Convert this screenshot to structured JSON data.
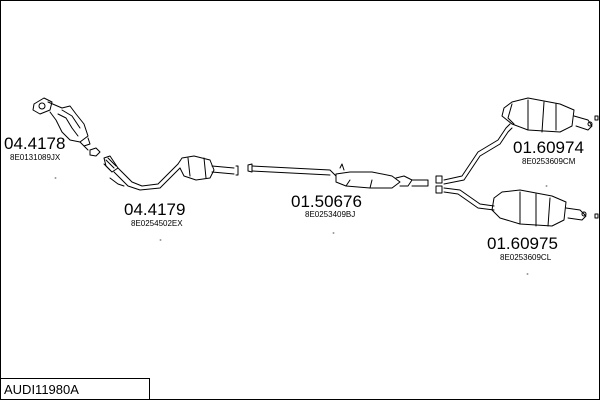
{
  "title": "AUDI11980A",
  "parts": [
    {
      "number": "04.4178",
      "oem": "8E0131089JX"
    },
    {
      "number": "04.4179",
      "oem": "8E0254502EX"
    },
    {
      "number": "01.50676",
      "oem": "8E0253409BJ"
    },
    {
      "number": "01.60974",
      "oem": "8E0253609CM"
    },
    {
      "number": "01.60975",
      "oem": "8E0253609CL"
    }
  ],
  "colors": {
    "line": "#000000",
    "background": "#ffffff"
  }
}
